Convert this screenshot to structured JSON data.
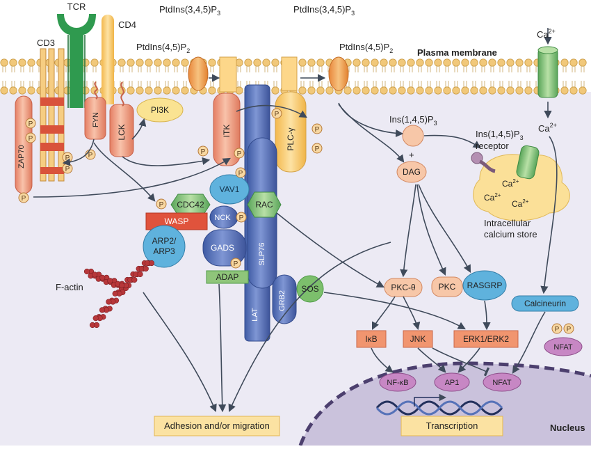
{
  "membrane_label": "Plasma membrane",
  "nucleus_label": "Nucleus",
  "receptors": {
    "tcr": "TCR",
    "cd4": "CD4",
    "cd3": "CD3"
  },
  "lipids": {
    "pip3_left": "PtdIns(3,4,5)P",
    "pip3_left_sub": "3",
    "pip3_right": "PtdIns(3,4,5)P",
    "pip3_right_sub": "3",
    "pip2_left": "PtdIns(4,5)P",
    "pip2_left_sub": "2",
    "pip2_right": "PtdIns(4,5)P",
    "pip2_right_sub": "2"
  },
  "calcium": {
    "channel_label": "Ca",
    "ion_sup": "2+",
    "inside_label": "Ca",
    "store_ca1": "Ca",
    "store_ca2": "Ca",
    "store_ca3": "Ca",
    "store_line1": "Intracellular",
    "store_line2": "calcium store"
  },
  "second_messengers": {
    "ip3": "Ins(1,4,5)P",
    "ip3_sub": "3",
    "plus": "+",
    "dag": "DAG",
    "ip3r_line1": "Ins(1,4,5)P",
    "ip3r_sub": "3",
    "ip3r_line2": "receptor"
  },
  "proteins": {
    "zap70": "ZAP70",
    "fyn": "FYN",
    "lck": "LCK",
    "pi3k": "PI3K",
    "itk": "ITK",
    "plcg": "PLC-γ",
    "vav1": "VAV1",
    "cdc42": "CDC42",
    "rac": "RAC",
    "wasp": "WASP",
    "nck": "NCK",
    "gads": "GADS",
    "slp76": "SLP76",
    "arp": "ARP2/",
    "arp2": "ARP3",
    "factin": "F-actin",
    "adap": "ADAP",
    "lat": "LAT",
    "grb2": "GRB2",
    "sos": "SOS",
    "pkct": "PKC-θ",
    "pkc": "PKC",
    "rasgrp": "RASGRP",
    "calcineurin": "Calcineurin",
    "ikb": "IκB",
    "jnk": "JNK",
    "erk": "ERK1/ERK2",
    "nfat_cyto": "NFAT",
    "nfkb": "NF-κB",
    "ap1": "AP1",
    "nfat_nuc": "NFAT"
  },
  "phospho_label": "P",
  "outcomes": {
    "adhesion": "Adhesion and/or migration",
    "transcription": "Transcription"
  },
  "colors": {
    "membrane_head": "#f1c87a",
    "cytoplasm": "#eceaf4",
    "nucleus": "#cac2dc",
    "salmon": "#f1a98c",
    "salmon_dark": "#d9705a",
    "blue": "#5872b8",
    "light_blue": "#5fb2dd",
    "green": "#8fc57a",
    "yellow": "#fbd27a",
    "wasp_red": "#e0533c",
    "tcr_green": "#2f9a4f",
    "factin": "#b7373a",
    "outcome_box": "#fbe2a2"
  }
}
